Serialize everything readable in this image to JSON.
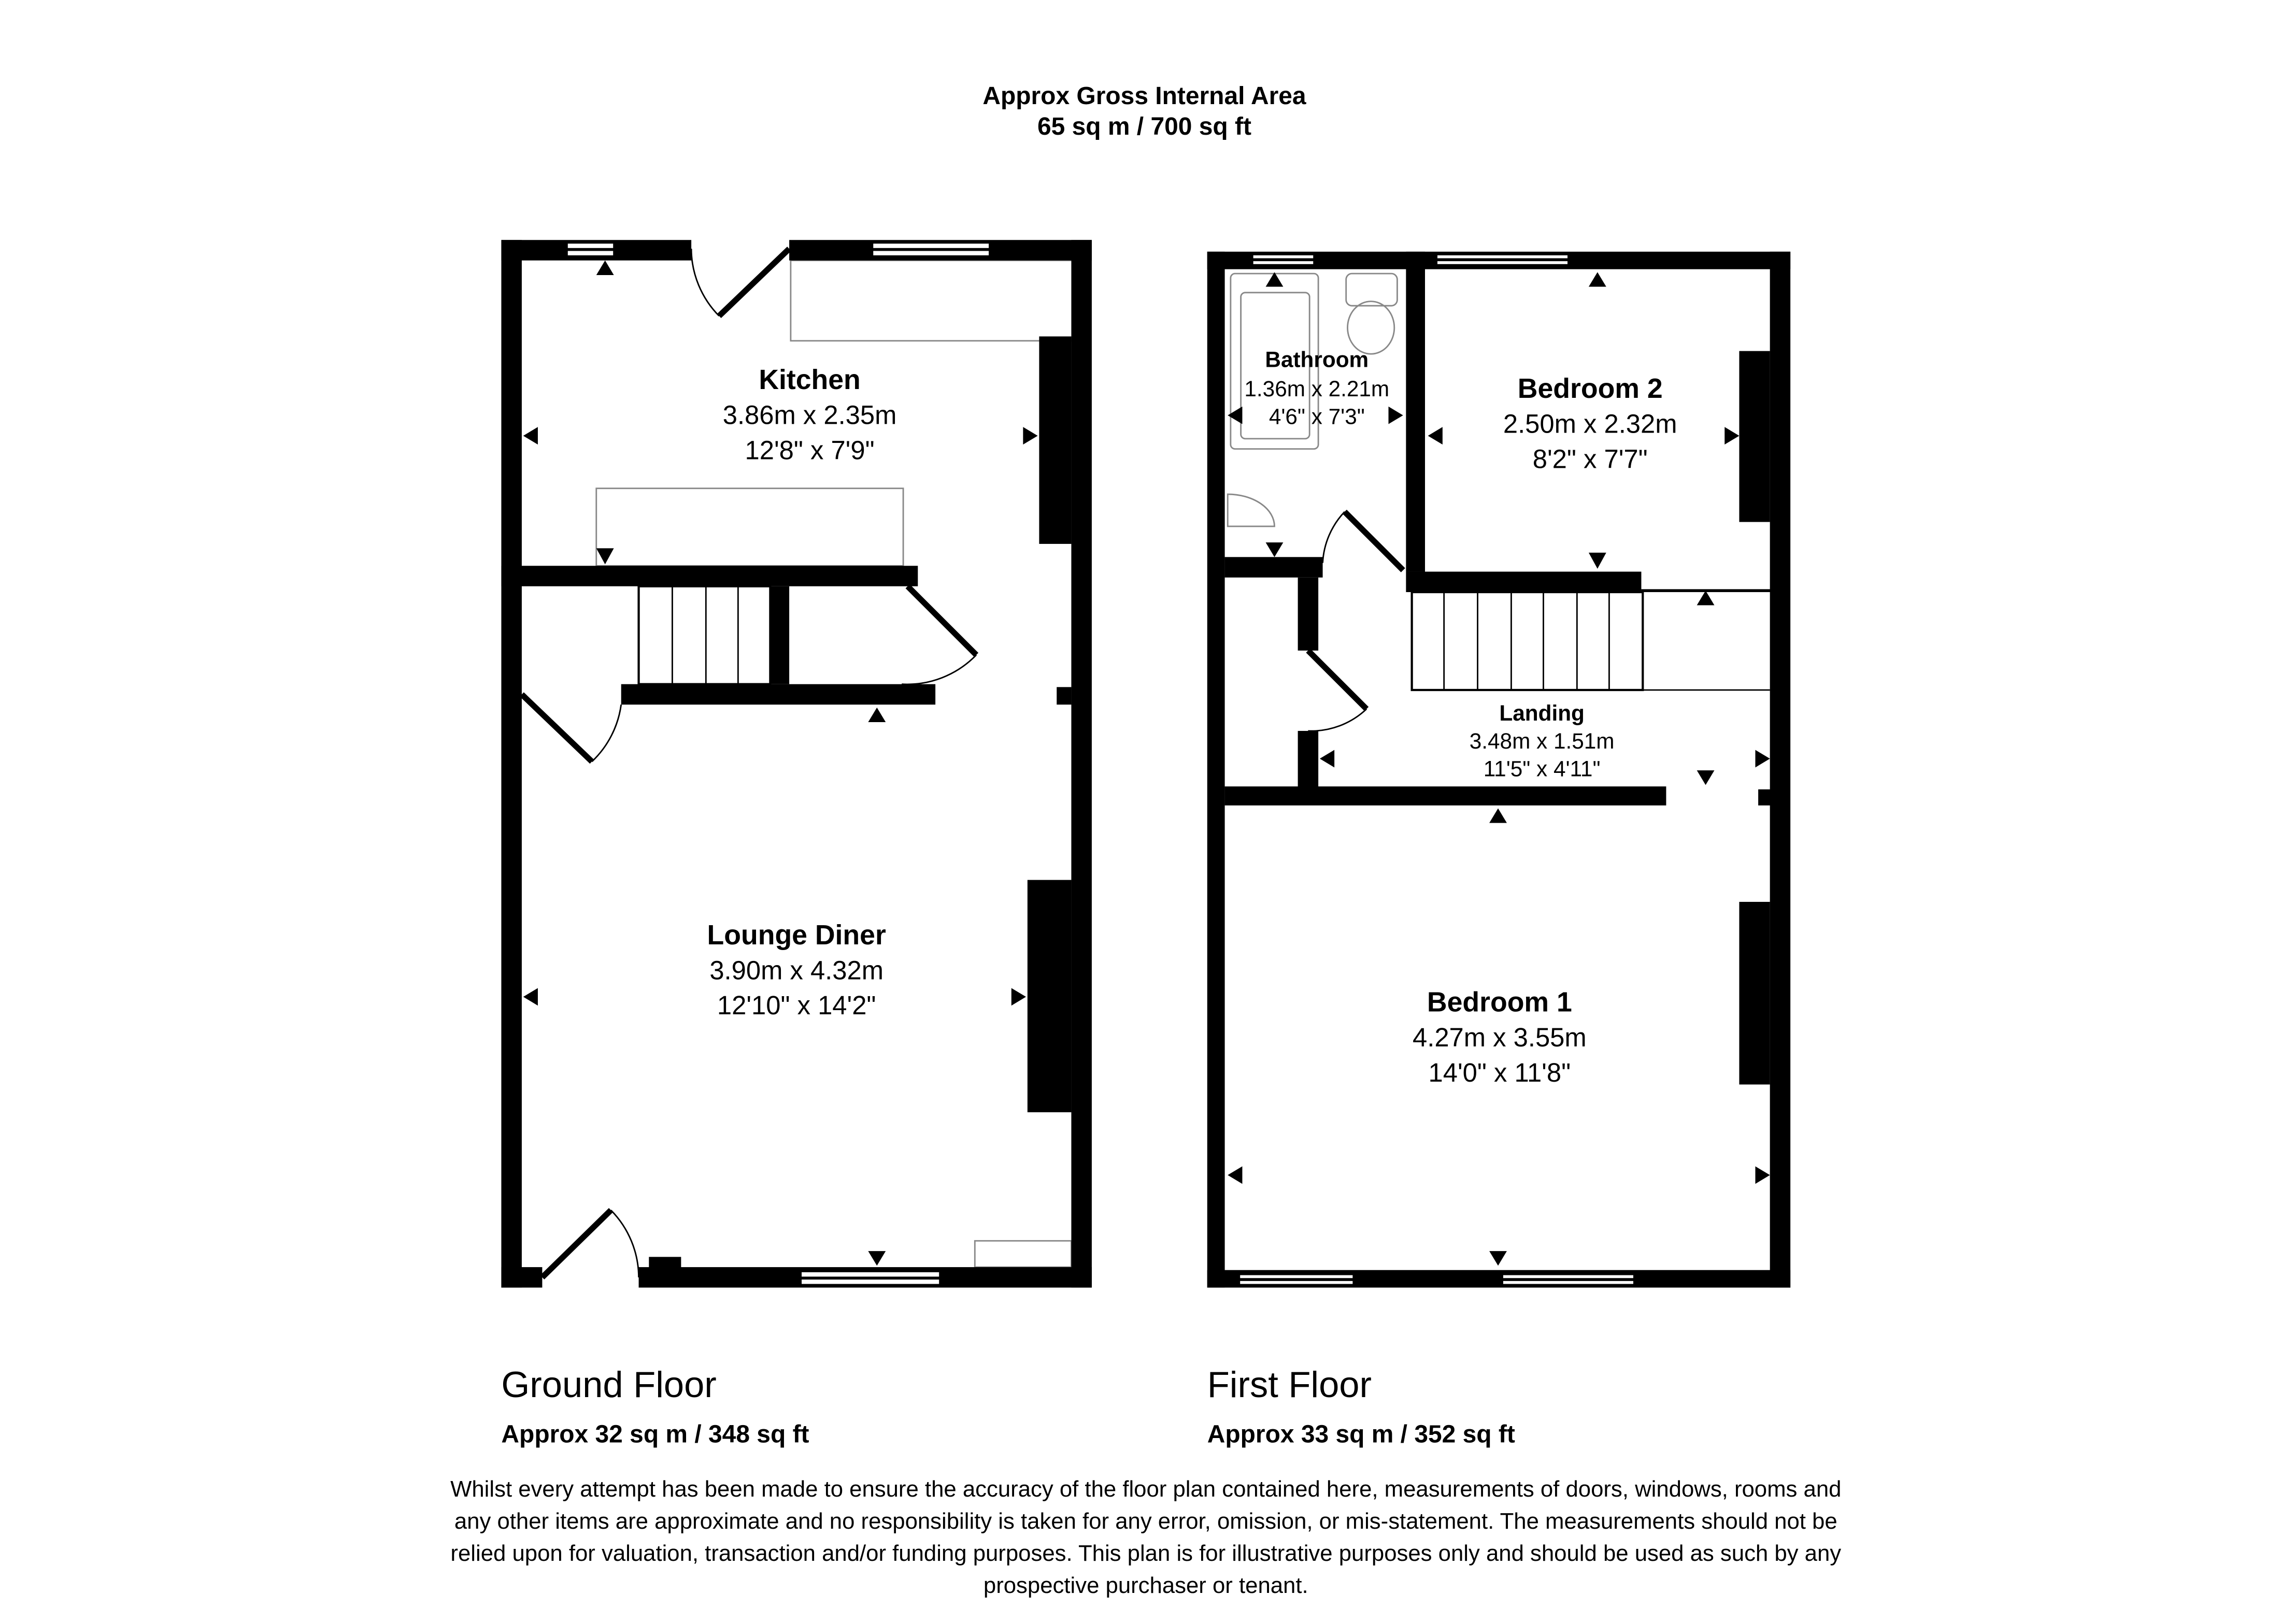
{
  "header": {
    "title": "Approx Gross Internal Area",
    "area": "65 sq m / 700 sq ft"
  },
  "floors": [
    {
      "name": "Ground Floor",
      "area": "Approx 32 sq m / 348 sq ft",
      "rooms": [
        {
          "name": "Kitchen",
          "metric": "3.86m x 2.35m",
          "imperial": "12'8\" x 7'9\""
        },
        {
          "name": "Lounge Diner",
          "metric": "3.90m x 4.32m",
          "imperial": "12'10\" x 14'2\""
        }
      ]
    },
    {
      "name": "First Floor",
      "area": "Approx 33 sq m / 352 sq ft",
      "rooms": [
        {
          "name": "Bathroom",
          "metric": "1.36m x 2.21m",
          "imperial": "4'6\" x 7'3\""
        },
        {
          "name": "Bedroom 2",
          "metric": "2.50m x 2.32m",
          "imperial": "8'2\" x 7'7\""
        },
        {
          "name": "Landing",
          "metric": "3.48m x 1.51m",
          "imperial": "11'5\" x 4'11\""
        },
        {
          "name": "Bedroom 1",
          "metric": "4.27m x 3.55m",
          "imperial": "14'0\" x 11'8\""
        }
      ]
    }
  ],
  "disclaimer": [
    "Whilst every attempt has been made to ensure the accuracy of the floor plan contained here, measurements of doors, windows, rooms and",
    "any other items are approximate and no responsibility is taken for any error, omission, or mis-statement. The measurements should not be",
    "relied upon for valuation, transaction and/or funding purposes. This plan is for illustrative purposes only and should be used as such by any",
    "prospective purchaser or tenant."
  ]
}
